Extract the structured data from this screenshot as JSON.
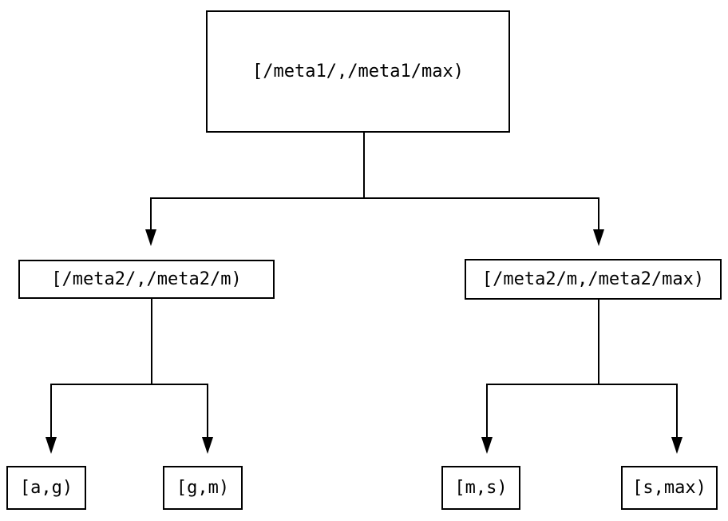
{
  "colors": {
    "background": "#ffffff",
    "node_fill": "#ffffff",
    "node_border": "#000000",
    "line": "#000000",
    "text": "#000000"
  },
  "diagram": {
    "type": "tree",
    "arrow_style": "filled-triangle-down",
    "nodes": {
      "root": {
        "label": "[/meta1/,/meta1/max)",
        "level": 0
      },
      "meta2_low": {
        "label": "[/meta2/,/meta2/m)",
        "level": 1
      },
      "meta2_high": {
        "label": "[/meta2/m,/meta2/max)",
        "level": 1
      },
      "leaf_ag": {
        "label": "[a,g)",
        "level": 2
      },
      "leaf_gm": {
        "label": "[g,m)",
        "level": 2
      },
      "leaf_ms": {
        "label": "[m,s)",
        "level": 2
      },
      "leaf_smax": {
        "label": "[s,max)",
        "level": 2
      }
    },
    "edges": [
      {
        "from": "root",
        "to": "meta2_low"
      },
      {
        "from": "root",
        "to": "meta2_high"
      },
      {
        "from": "meta2_low",
        "to": "leaf_ag"
      },
      {
        "from": "meta2_low",
        "to": "leaf_gm"
      },
      {
        "from": "meta2_high",
        "to": "leaf_ms"
      },
      {
        "from": "meta2_high",
        "to": "leaf_smax"
      }
    ]
  }
}
